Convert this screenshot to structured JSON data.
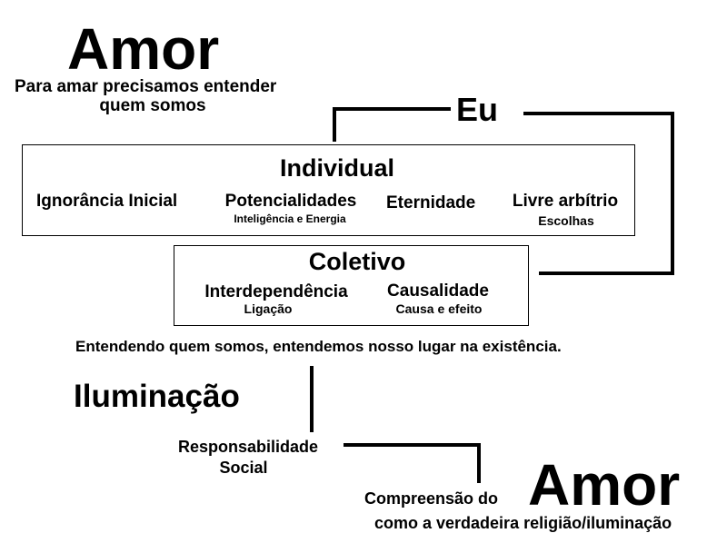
{
  "title": {
    "word": "Amor",
    "subtitle_line1": "Para amar precisamos entender",
    "subtitle_line2": "quem somos"
  },
  "eu": "Eu",
  "individual": {
    "heading": "Individual",
    "items": [
      {
        "label": "Ignorância Inicial",
        "sub": ""
      },
      {
        "label": "Potencialidades",
        "sub": "Inteligência e Energia"
      },
      {
        "label": "Eternidade",
        "sub": ""
      },
      {
        "label": "Livre arbítrio",
        "sub": "Escolhas"
      }
    ]
  },
  "coletivo": {
    "heading": "Coletivo",
    "items": [
      {
        "label": "Interdependência",
        "sub": "Ligação"
      },
      {
        "label": "Causalidade",
        "sub": "Causa e efeito"
      }
    ]
  },
  "statement": "Entendendo quem somos, entendemos nosso lugar na existência.",
  "iluminacao": "Iluminação",
  "responsabilidade": {
    "line1": "Responsabilidade",
    "line2": "Social"
  },
  "final": {
    "prefix": "Compreensão do",
    "word": "Amor",
    "line2": "como a verdadeira religião/iluminação"
  }
}
